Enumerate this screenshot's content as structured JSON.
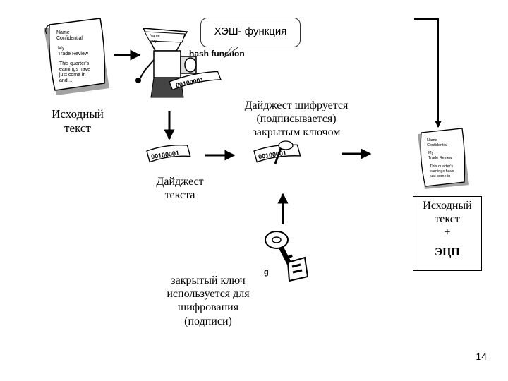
{
  "callout": {
    "label": "ХЭШ- функция"
  },
  "hash_machine": {
    "label": "hash function",
    "digest_strip": "00100001"
  },
  "labels": {
    "source_text": [
      "Исходный",
      "текст"
    ],
    "digest_encrypted": [
      "Дайджест шифруется",
      "(подписывается)",
      "закрытым ключом"
    ],
    "text_digest": [
      "Дайджест",
      "текста"
    ],
    "result": [
      "Исходный",
      "текст",
      "+",
      "ЭЦП"
    ],
    "private_key": [
      "закрытый ключ",
      "используется для",
      "шифрования",
      "(подписи)"
    ],
    "key_tag": "g"
  },
  "document": {
    "lines": [
      "Name",
      "Confidential",
      "My",
      "Trade Review",
      "This quarter's",
      "earnings have",
      "just come in",
      "and…"
    ]
  },
  "digest": {
    "strip": "00100001"
  },
  "page_number": "14",
  "colors": {
    "ink": "#000000",
    "border": "#333333"
  }
}
